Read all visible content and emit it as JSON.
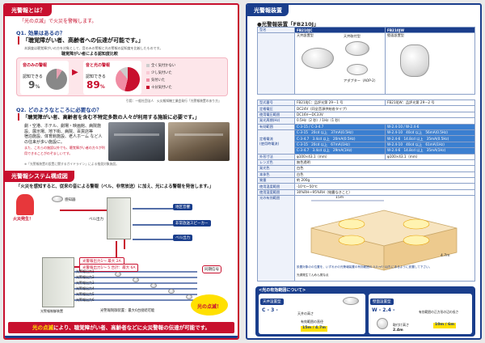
{
  "left": {
    "sec1_tab": "光警報とは？",
    "intro": "「光の点滅」で火災を警報します。",
    "q1": "Q1. 効果はあるの？",
    "q1_head": "「聴覚障がい者、高齢者への伝達が可能です。」",
    "q1_sub": "聴覚障がい者による認知度比較",
    "ring1_title": "音のみの警報",
    "ring1_label": "認知できる",
    "ring1_pct": "9",
    "ring1_unit": "%",
    "ring2_title": "音と光の警報",
    "ring2_label": "認知できる",
    "ring2_pct": "89",
    "ring2_unit": "%",
    "legend": [
      "全く気付かない",
      "少し気付いた",
      "気付いた",
      "十分気付いた"
    ],
    "source": "引用：一般社団法人　火災報知機工業会発行「光警報装置のあり方」",
    "q2": "Q2. どのようなところに必要なの？",
    "q2_head": "「聴覚障がい者、高齢者を含む不特定多数の人々が利用する施設に必要です。」",
    "q2_body1": "劇・空港、ホテル、劇場・映画館、病院施設、展示場、地下街、病院、百貨店等",
    "q2_body2": "宿泊施設、体育館施設、老人ホーム など人の往来が多い施設に。",
    "photo_caption": "",
    "sec2_tab": "光警報システム構成図",
    "sec2_head": "「火災を感知すると、従来の音による警報（ベル、非常放送）に加え、光による警報を発信します。」",
    "fire_label": "火災発生！",
    "lbl_detector": "感知器",
    "lbl_bell": "ベル出力",
    "lbl_panel_bell": "ベル出力",
    "lbl_emergency": "非常放送スピーカー",
    "lbl_fire_bell": "地区音響",
    "cabinet_label": "光警報制御装置",
    "cabinet_note": "光警報制御装置：最大6台接続可能",
    "out_rows": [
      "光警報出力1",
      "光警報出力2",
      "光警報出力3",
      "光警報出力4",
      "光警報出力5",
      "光警報出力6"
    ],
    "out_badge1": "光警報出力1～ 最大 2A",
    "out_badge2": "光警報出力1～ 5 合計：最大 6A",
    "blink_label": "光の点滅！",
    "sync_label": "同期信号",
    "footer_pre": "光の点滅",
    "footer_post": "により、聴覚障がい者、高齢者などに火災警報の伝達が可能です。"
  },
  "right": {
    "sec_tab": "光警報装置",
    "product_title": "●光警報装置「FB210J」",
    "col_headers": [
      "型名",
      "FB210JC",
      "FB210JW"
    ],
    "type_c": "天井設置型",
    "type_w": "壁面設置型",
    "option_label": "天井取付型",
    "adaptor_label": "アダプター（AOP-2）",
    "rows": [
      {
        "label": "型式番号",
        "c": "FB210JC：品評光第 29－1 号",
        "w": "FB210JW：品評光第 29－2 号"
      },
      {
        "label": "定格電圧",
        "c": "DC24V（同全音源供給各タイプ）",
        "w": ""
      },
      {
        "label": "使用電圧範囲",
        "c": "DC16V～DC33V",
        "w": ""
      },
      {
        "label": "発光周期(Hz)",
        "c": "0.5Hz（2 秒）/ 1Hz（1 秒）",
        "w": ""
      }
    ],
    "effect_label": "有効範囲",
    "current_label": "定格電流",
    "current_sub": "(使用時電流)",
    "c_rows": [
      "C-3-15 / C-3-4.7",
      "C-3-15　20cd 以上　37mA(0.5Hz)",
      "C-3-4.7　3.4cd 以上　20mA(0.5Hz)",
      "C-3-15　20cd 以上　67mA(1Hz)",
      "C-3-4.7　3.4cd 以上　29mA(1Hz)"
    ],
    "w_rows": [
      "W-2.4-10 / W-2.4-6",
      "W-2.4-10　40cd 以上　56mA(0.5Hz)",
      "W-2.4-6　14.8cd 以上　35mA(0.5Hz)",
      "W-2.4-10　40cd 以上　61mA(1Hz)",
      "W-2.4-6　14.8cd 以上　35mA(1Hz)"
    ],
    "dims_label": "外形寸法",
    "dims_c": "φ100×43.1（mm）",
    "dims_w": "φ100×43.1（mm）",
    "specs": [
      {
        "label": "レンズ色",
        "value": "無色透明"
      },
      {
        "label": "発光色",
        "value": "白色"
      },
      {
        "label": "本体色",
        "value": "白色"
      },
      {
        "label": "質量",
        "value": "約 200g"
      },
      {
        "label": "使用温度範囲",
        "value": "-10℃～50℃"
      },
      {
        "label": "使用湿度範囲",
        "value": "30%RH～95%RH（結露なきこと）"
      },
      {
        "label": "光の有効範囲",
        "value": ""
      }
    ],
    "diag_note1": "設置対象のの位置を、いずれかの光警報装置の有効範囲の 0.5 m²/ 以内 にあるように設置して下さい。",
    "diag_note2": "光源発生てんめん発な点",
    "diag_dim1": "15m",
    "diag_dim2": "4.7m",
    "range_box_title": "<光の有効範囲について>",
    "ceiling_type": "天井設置型",
    "wall_type": "壁面設置型",
    "ceiling_code": "C - 3 - ",
    "wall_code": "W - 2.4 - ",
    "ceiling_range_label": "有効範囲の直径",
    "ceiling_range": "15m / 4.7m",
    "ceiling_height_label": "天井の高さ",
    "wall_height_label": "取付け高さ",
    "wall_range_label": "有効範囲の正方形の辺の長さ",
    "wall_range": "10m / 6m",
    "wall_height": "2.4m"
  },
  "colors": {
    "red": "#c8102e",
    "blue": "#1a3e8c",
    "yellow": "#ffe000"
  }
}
